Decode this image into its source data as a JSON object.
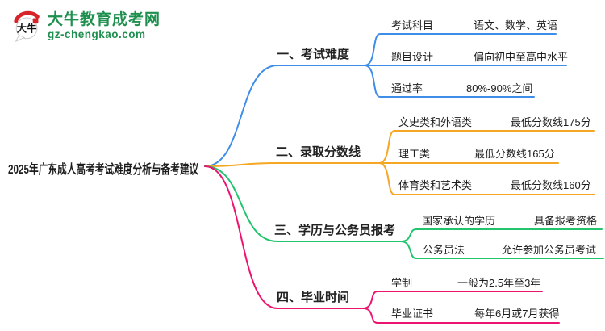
{
  "logo": {
    "icon_text": "大牛",
    "site_name": "大牛教育成考网",
    "site_url": "gz-chengkao.com"
  },
  "colors": {
    "brand_green": "#1e8f4e",
    "brand_red": "#d7232a",
    "ink": "#1c1c1c",
    "branch_blue": "#3e8ee9",
    "branch_orange": "#f5a623",
    "branch_green": "#22c56e",
    "branch_pink": "#ed146f"
  },
  "mindmap": {
    "root": "2025年广东成人高考考试难度分析与备考建议",
    "branches": [
      {
        "label": "一、考试难度",
        "color_key": "branch_blue",
        "children": [
          {
            "label": "考试科目",
            "value": "语文、数学、英语"
          },
          {
            "label": "题目设计",
            "value": "偏向初中至高中水平"
          },
          {
            "label": "通过率",
            "value": "80%-90%之间"
          }
        ]
      },
      {
        "label": "二、录取分数线",
        "color_key": "branch_orange",
        "children": [
          {
            "label": "文史类和外语类",
            "value": "最低分数线175分"
          },
          {
            "label": "理工类",
            "value": "最低分数线165分"
          },
          {
            "label": "体育类和艺术类",
            "value": "最低分数线160分"
          }
        ]
      },
      {
        "label": "三、学历与公务员报考",
        "color_key": "branch_green",
        "children": [
          {
            "label": "国家承认的学历",
            "value": "具备报考资格"
          },
          {
            "label": "公务员法",
            "value": "允许参加公务员考试"
          }
        ]
      },
      {
        "label": "四、毕业时间",
        "color_key": "branch_pink",
        "children": [
          {
            "label": "学制",
            "value": "一般为2.5年至3年"
          },
          {
            "label": "毕业证书",
            "value": "每年6月或7月获得"
          }
        ]
      }
    ]
  }
}
